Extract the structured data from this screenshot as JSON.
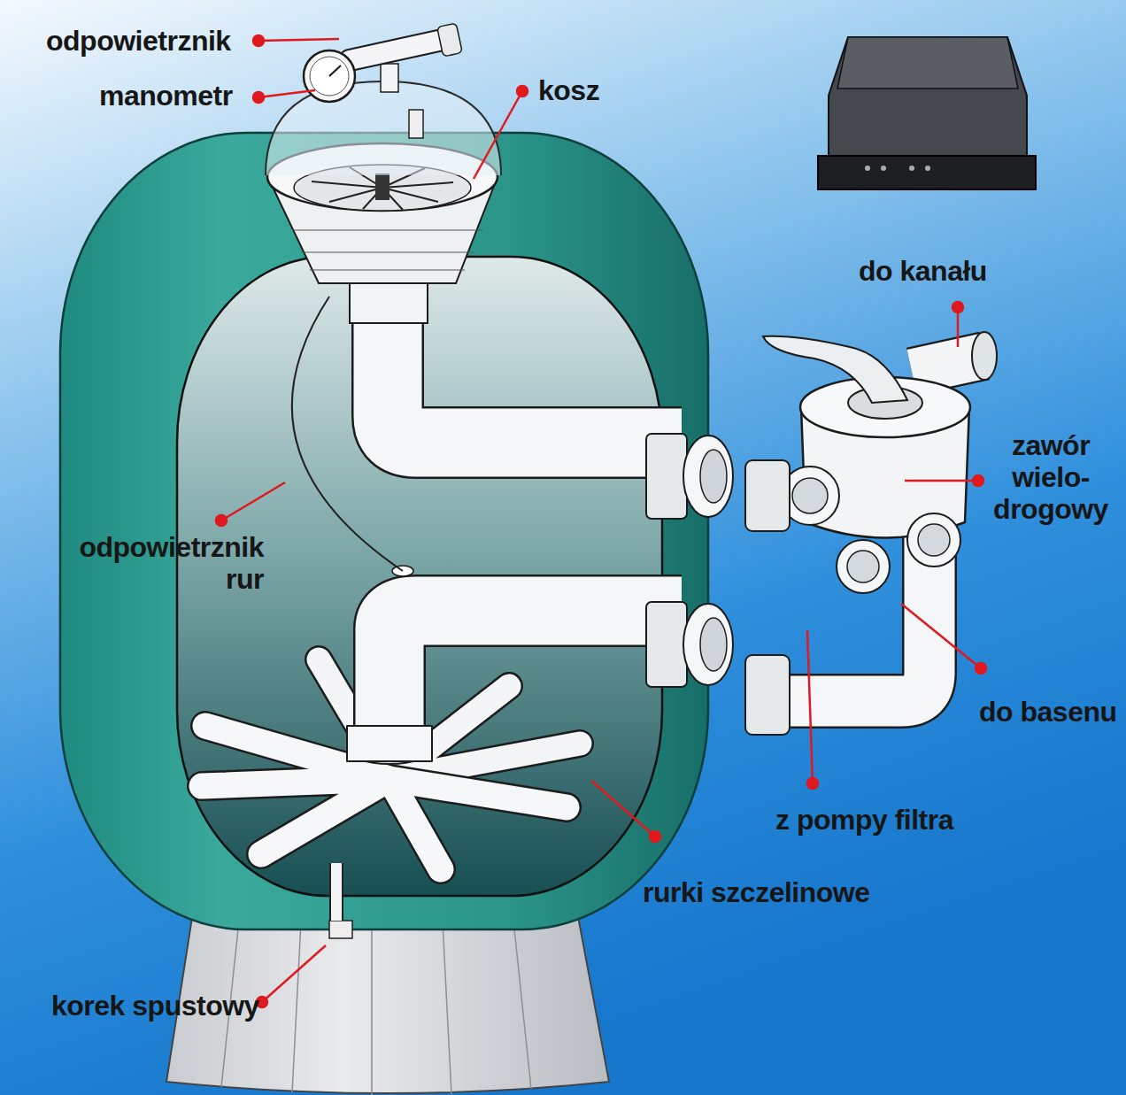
{
  "diagram": {
    "labels": [
      "odpowietrznik",
      "manometr",
      "kosz",
      "do kanału",
      "zawór wielo- drogowy",
      "odpowietrznik rur",
      "do basenu",
      "z pompy filtra",
      "rurki szczelinowe",
      "korek spustowy"
    ]
  }
}
